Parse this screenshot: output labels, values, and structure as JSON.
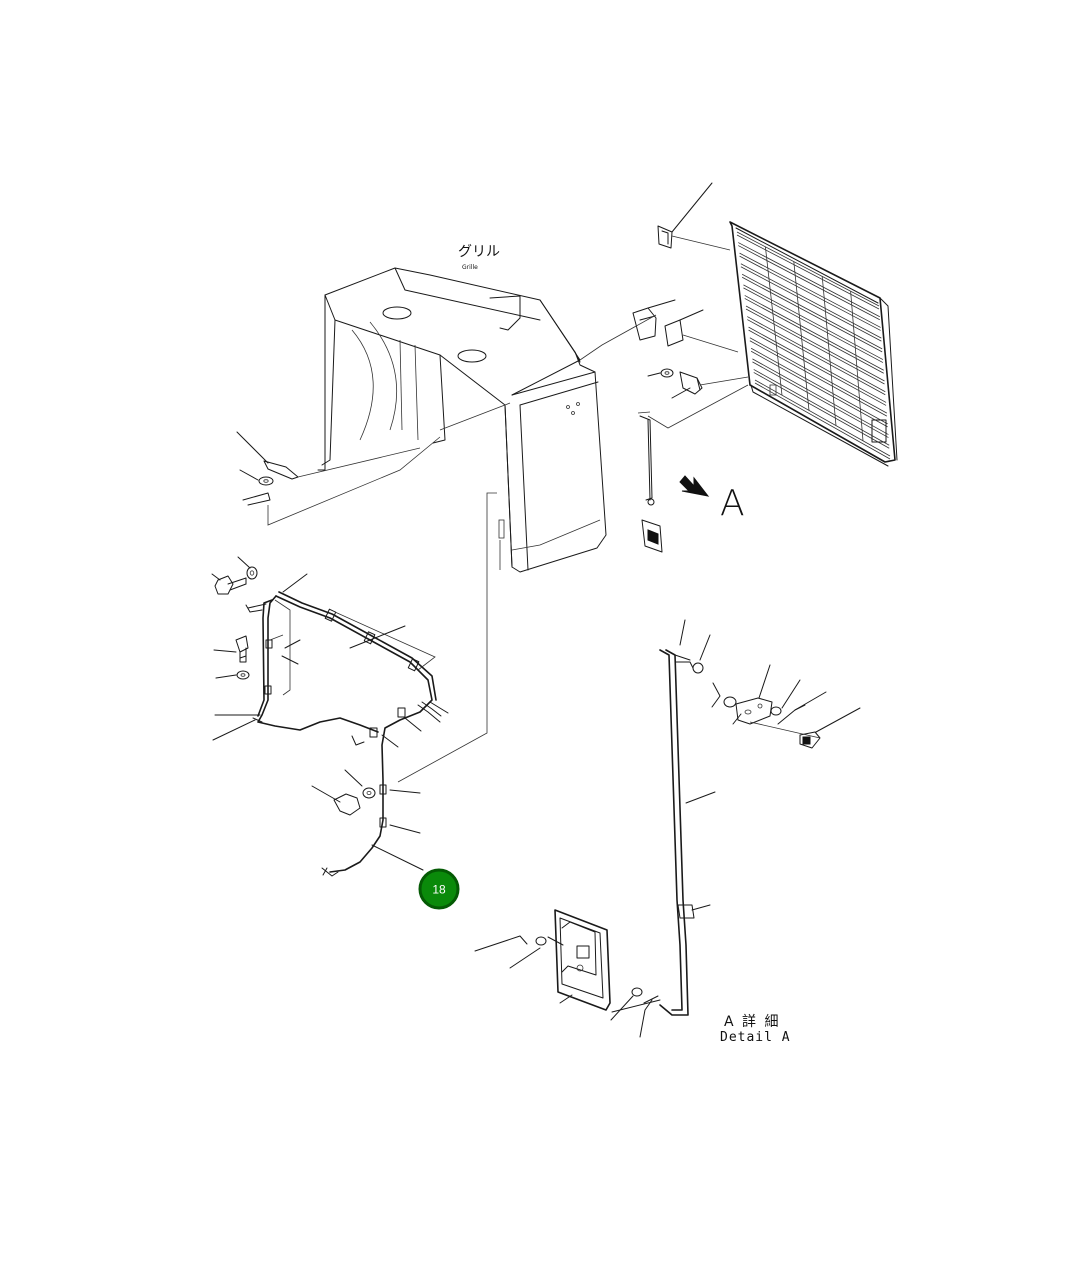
{
  "labels": {
    "grille_jp": "グリル",
    "grille_en": "Grille",
    "view_arrow": "A",
    "detail_jp": "A 詳 細",
    "detail_en": "Detail A"
  },
  "callouts": [
    {
      "number": "18"
    }
  ],
  "colors": {
    "line": "#1a1a1a",
    "callout_fill": "#0a8a0a",
    "callout_text": "#ffffff"
  }
}
